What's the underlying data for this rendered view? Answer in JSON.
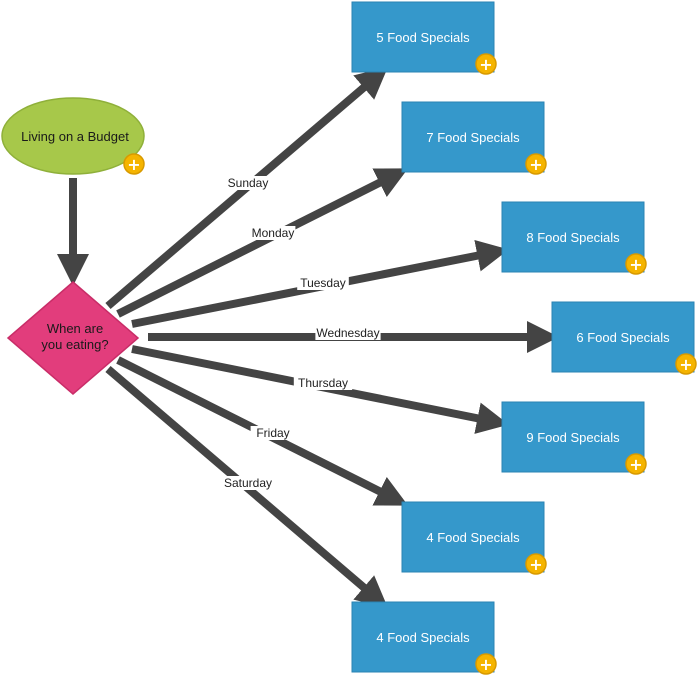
{
  "diagram": {
    "colors": {
      "start_fill": "#a7c84a",
      "start_stroke": "#8fb03a",
      "decision_fill": "#e23d7c",
      "decision_stroke": "#c92d68",
      "box_fill": "#3598cb",
      "box_stroke": "#2a83b3",
      "edge": "#444444",
      "plus_fill": "#f5b400",
      "plus_stroke": "#d89a00"
    },
    "start": {
      "label": "Living on a Budget",
      "icon": "plus-icon"
    },
    "decision": {
      "lines": [
        "When are",
        "you eating?"
      ],
      "icon": "plus-icon"
    },
    "outcomes": [
      {
        "day": "Sunday",
        "label": "5 Food Specials"
      },
      {
        "day": "Monday",
        "label": "7 Food Specials"
      },
      {
        "day": "Tuesday",
        "label": "8 Food Specials"
      },
      {
        "day": "Wednesday",
        "label": "6 Food Specials"
      },
      {
        "day": "Thursday",
        "label": "9 Food Specials"
      },
      {
        "day": "Friday",
        "label": "4 Food Specials"
      },
      {
        "day": "Saturday",
        "label": "4 Food Specials"
      }
    ]
  }
}
